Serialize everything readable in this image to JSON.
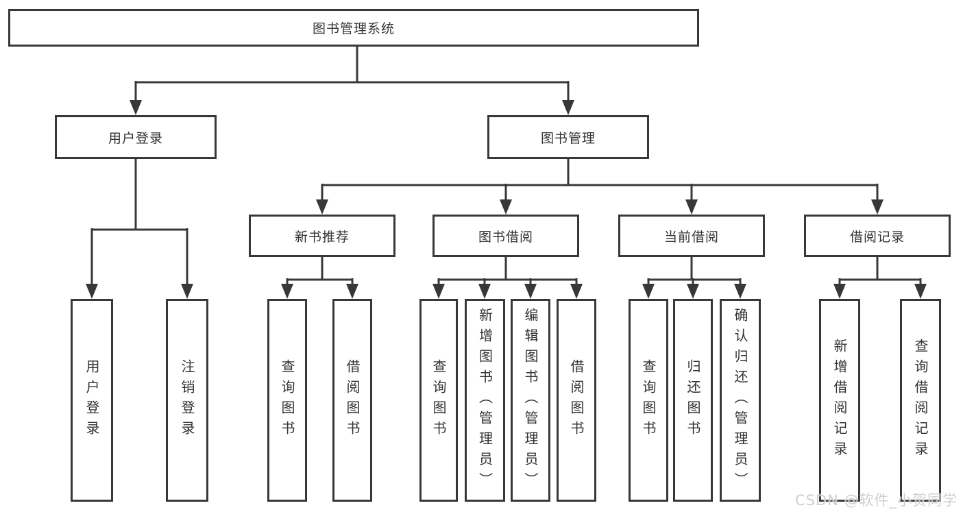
{
  "diagram": {
    "root": {
      "label": "图书管理系统"
    },
    "user_login": {
      "label": "用户登录",
      "children": [
        {
          "label": "用户登录"
        },
        {
          "label": "注销登录"
        }
      ]
    },
    "book_mgmt": {
      "label": "图书管理",
      "sections": [
        {
          "label": "新书推荐",
          "children": [
            {
              "label": "查询图书"
            },
            {
              "label": "借阅图书"
            }
          ]
        },
        {
          "label": "图书借阅",
          "children": [
            {
              "label": "查询图书"
            },
            {
              "label": "新增图书（管理员）"
            },
            {
              "label": "编辑图书（管理员）"
            },
            {
              "label": "借阅图书"
            }
          ]
        },
        {
          "label": "当前借阅",
          "children": [
            {
              "label": "查询图书"
            },
            {
              "label": "归还图书"
            },
            {
              "label": "确认归还（管理员）"
            }
          ]
        },
        {
          "label": "借阅记录",
          "children": [
            {
              "label": "新增借阅记录"
            },
            {
              "label": "查询借阅记录"
            }
          ]
        }
      ]
    }
  },
  "watermark": {
    "text": "CSDN @软件_小贺同学"
  },
  "colors": {
    "line": "#383838",
    "text": "#333333",
    "background": "#ffffff",
    "watermark": "#cbcbcb"
  }
}
